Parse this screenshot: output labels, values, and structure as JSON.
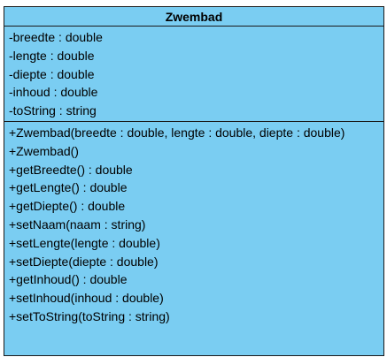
{
  "uml_class": {
    "name": "Zwembad",
    "attributes": [
      "-breedte : double",
      "-lengte : double",
      "-diepte : double",
      "-inhoud : double",
      "-toString : string"
    ],
    "operations": [
      "+Zwembad(breedte : double, lengte : double, diepte : double)",
      "+Zwembad()",
      "+getBreedte() : double",
      "+getLengte() : double",
      "+getDiepte() : double",
      "+setNaam(naam : string)",
      "+setLengte(lengte : double)",
      "+setDiepte(diepte : double)",
      "+getInhoud() : double",
      "+setInhoud(inhoud : double)",
      "+setToString(toString : string)"
    ]
  },
  "colors": {
    "fill": "#7acdf2",
    "border": "#1a1a1a"
  }
}
